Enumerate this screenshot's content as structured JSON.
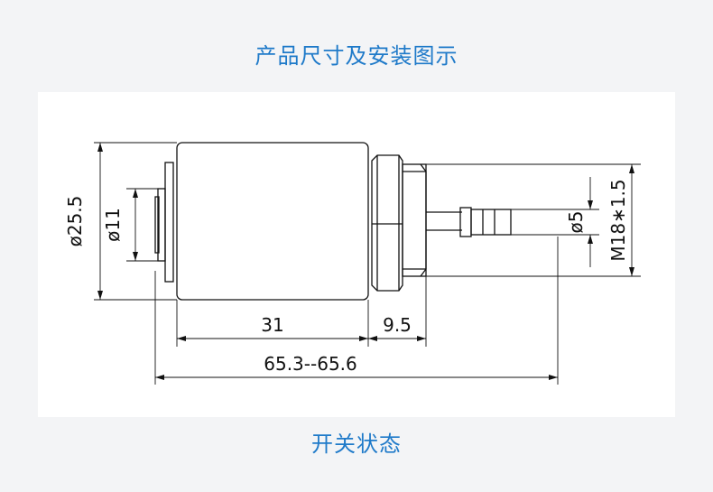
{
  "heading": "产品尺寸及安装图示",
  "caption": "开关状态",
  "dimensions": {
    "outer_diameter": "ø25.5",
    "inner_diameter": "ø11",
    "body_length": "31",
    "nut_length": "9.5",
    "total_length": "65.3--65.6",
    "probe_diameter": "ø5",
    "thread": "M18∗1.5"
  }
}
